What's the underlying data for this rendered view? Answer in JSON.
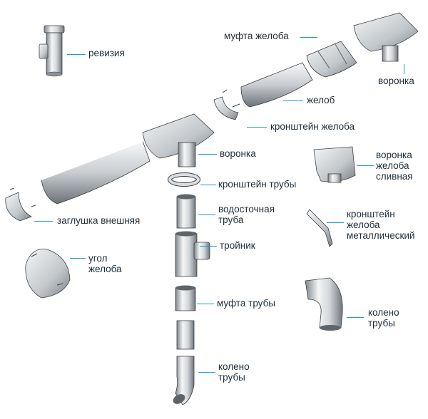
{
  "labels": {
    "revision": "ревизия",
    "gutter_coupling": "муфта желоба",
    "funnel_top": "воронка",
    "gutter": "желоб",
    "gutter_bracket": "кронштейн желоба",
    "funnel_mid": "воронка",
    "funnel_drain": "воронка\nжелоба\nсливная",
    "pipe_bracket": "кронштейн трубы",
    "downpipe": "водосточная\nтруба",
    "end_cap": "заглушка внешняя",
    "metal_bracket": "кронштейн\nжелоба\nметаллический",
    "tee": "тройник",
    "gutter_corner": "угол\nжелоба",
    "pipe_coupling": "муфта трубы",
    "pipe_elbow_right": "колено\nтрубы",
    "pipe_elbow_bottom": "колено\nтрубы"
  },
  "colors": {
    "leader": "#1d9bd6",
    "text": "#1c2d3a",
    "metal_light": "#eef1f3",
    "metal_mid": "#c3c8cc",
    "metal_dark": "#7a8187",
    "outline": "#3a4046"
  }
}
